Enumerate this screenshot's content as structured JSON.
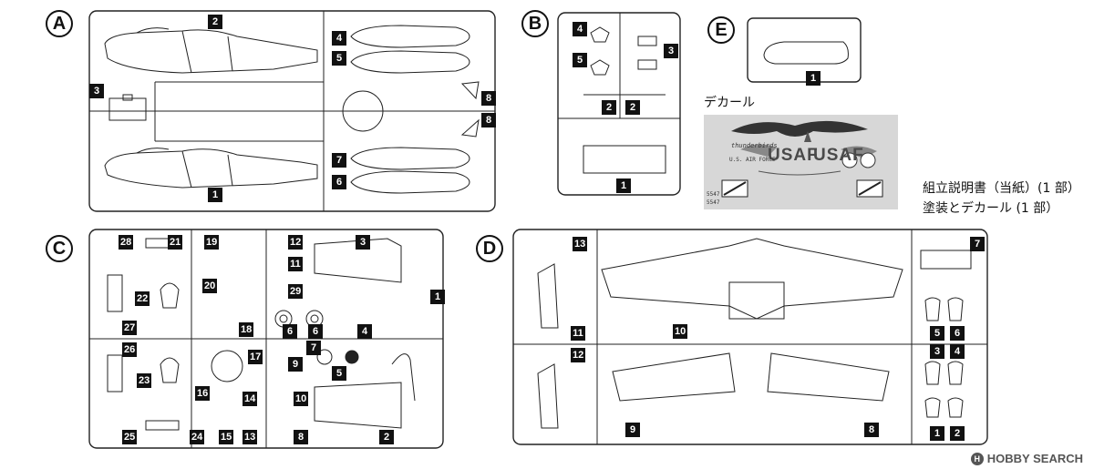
{
  "sprues": {
    "A": {
      "letter": "A",
      "parts": [
        "2",
        "4",
        "5",
        "3",
        "8",
        "8",
        "7",
        "6",
        "1"
      ]
    },
    "B": {
      "letter": "B",
      "parts": [
        "4",
        "3",
        "5",
        "2",
        "2",
        "1"
      ]
    },
    "E": {
      "letter": "E",
      "parts": [
        "1"
      ]
    },
    "C": {
      "letter": "C",
      "parts": [
        "28",
        "21",
        "19",
        "12",
        "3",
        "11",
        "20",
        "29",
        "1",
        "22",
        "18",
        "6",
        "6",
        "4",
        "27",
        "7",
        "26",
        "17",
        "9",
        "5",
        "23",
        "16",
        "14",
        "10",
        "25",
        "24",
        "15",
        "13",
        "8",
        "2"
      ]
    },
    "D": {
      "letter": "D",
      "parts": [
        "13",
        "7",
        "10",
        "11",
        "5",
        "6",
        "3",
        "4",
        "12",
        "9",
        "8",
        "1",
        "2"
      ]
    }
  },
  "decal": {
    "label": "デカール",
    "usaf": "USAF",
    "us_air_force": "U.S. AIR FORCE",
    "thunderbirds": "thunderbirds",
    "serial_a": "5547",
    "serial_b": "5547"
  },
  "contents": {
    "instructions": "組立説明書（当紙）(1 部）",
    "painting": "塗装とデカール (1 部）"
  },
  "watermark": {
    "text": "HOBBY SEARCH",
    "icon": "H"
  }
}
